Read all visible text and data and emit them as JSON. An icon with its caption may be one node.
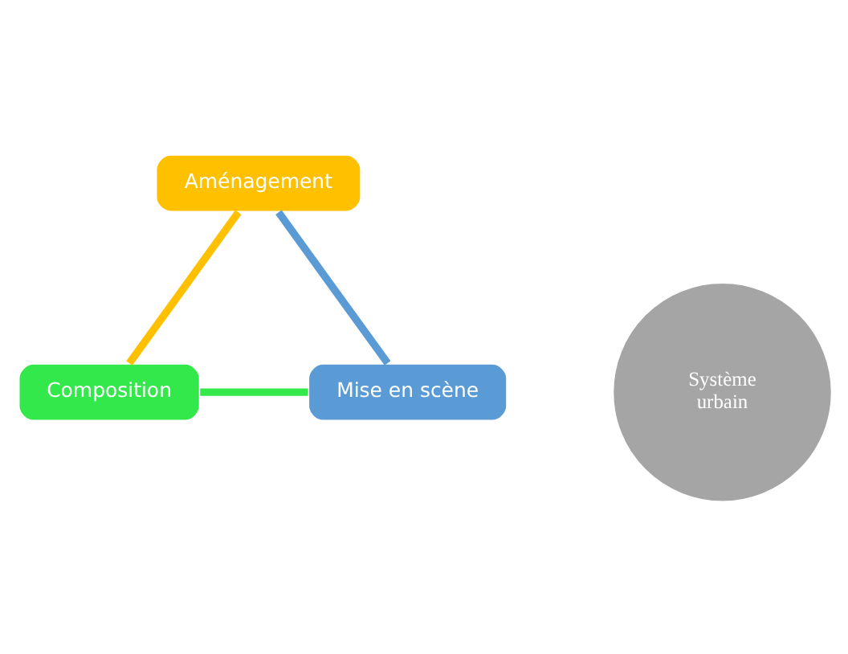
{
  "diagram": {
    "nodes": [
      {
        "text": [
          "Aménagement"
        ]
      },
      {
        "text": [
          "Système urbain"
        ]
      },
      {
        "text": [
          "Composition"
        ]
      },
      {
        "text": [
          "Mise en scène"
        ]
      }
    ],
    "edges": [
      {
        "from": 0,
        "to": 2,
        "arrow": "none",
        "color": "#ffc000"
      },
      {
        "from": 2,
        "to": 3,
        "arrow": "none",
        "color": "#33e84a"
      },
      {
        "from": 3,
        "to": 0,
        "arrow": "none",
        "color": "#5b9bd5"
      }
    ]
  }
}
